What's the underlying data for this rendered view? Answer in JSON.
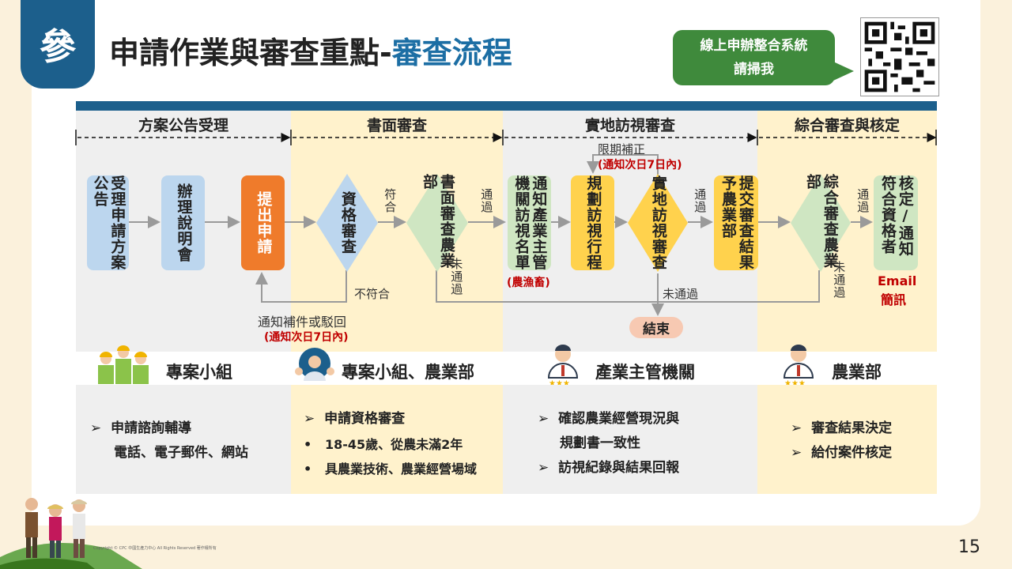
{
  "header": {
    "badge": "參",
    "title_main": "申請作業與審查重點-",
    "title_accent": "審查流程",
    "qr_label_line1": "線上申辦整合系統",
    "qr_label_line2": "請掃我"
  },
  "phases": [
    "方案公告受理",
    "書面審查",
    "實地訪視審查",
    "綜合審查與核定"
  ],
  "flow": {
    "announce": "受理申請方案公告",
    "briefing": "辦理說明會",
    "submit": "提出申請",
    "qualify": "資格審查",
    "match": "符合",
    "not_match": "不符合",
    "doc_review": "書面審查農業部",
    "pass": "通過",
    "fail": "未通過",
    "notify_agency": "通知產業主管機關訪視名單",
    "agency_note": "(農漁畜)",
    "plan_visit": "規劃訪視行程",
    "deadline_fix": "限期補正",
    "deadline_note": "(通知次日7日內)",
    "site_review": "實地訪視審查",
    "submit_result": "提交審查結果予農業部",
    "overall": "綜合審查農業部",
    "approve": "核定/通知符合資格者",
    "email": "Email",
    "sms": "簡訊",
    "end": "結束",
    "supplement": "通知補件或駁回",
    "supplement_note": "(通知次日7日內)"
  },
  "roles": [
    "專案小組",
    "專案小組、農業部",
    "產業主管機關",
    "農業部"
  ],
  "details": {
    "col1": [
      "申請諮詢輔導",
      "電話、電子郵件、網站"
    ],
    "col2": [
      "申請資格審查",
      "18-45歲、從農未滿2年",
      "具農業技術、農業經營場域"
    ],
    "col3": [
      "確認農業經營現況與",
      "規劃書一致性",
      "訪視紀錄與結果回報"
    ],
    "col4": [
      "審查結果決定",
      "給付案件核定"
    ]
  },
  "footer": {
    "copyright": "Copyright © CPC 中國生產力中心 All Rights Reserved 著作權所有",
    "page": "15"
  },
  "colors": {
    "navy": "#1c5f8c",
    "orange": "#ef7b2b",
    "yellow": "#ffd24d",
    "green": "#3f8a3c",
    "lightblue": "#bcd6ee",
    "cream": "#fff2cc"
  }
}
